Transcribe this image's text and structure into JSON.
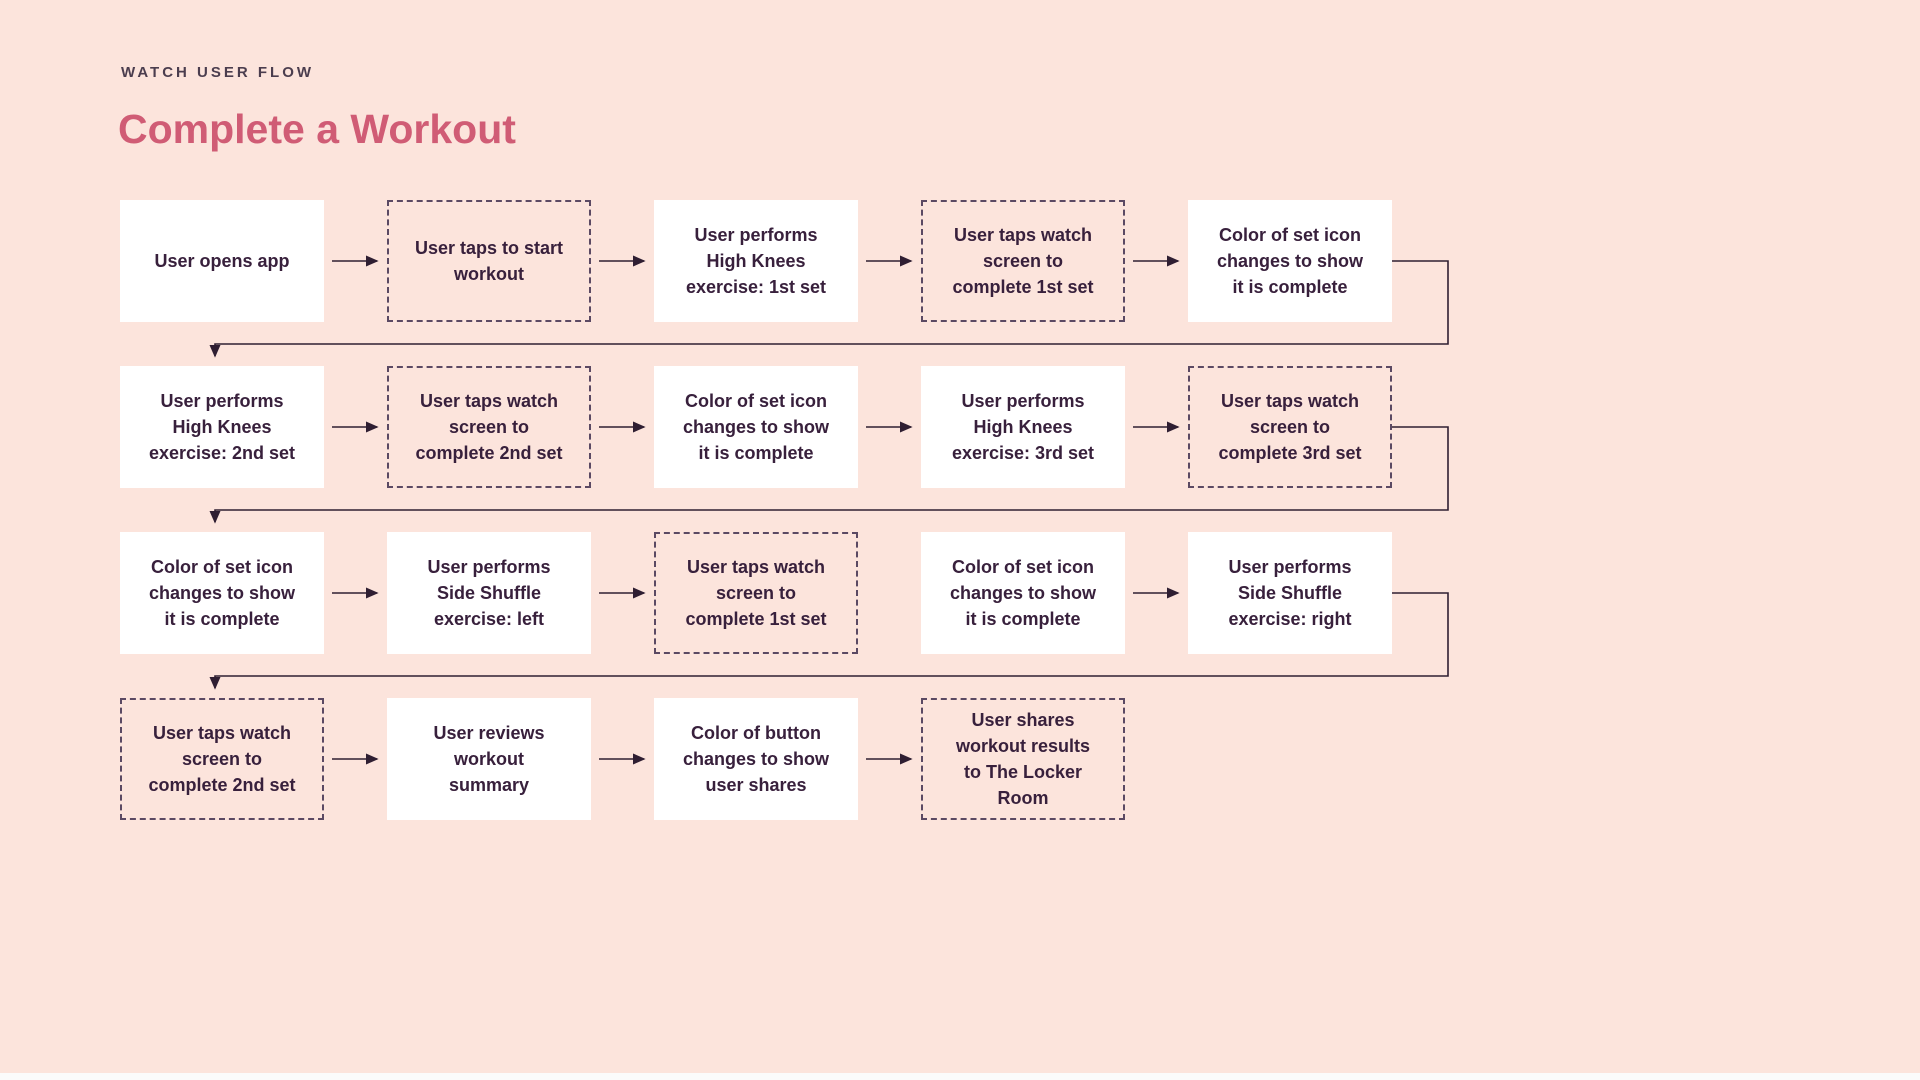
{
  "header": {
    "eyebrow": "WATCH USER FLOW",
    "title": "Complete a Workout"
  },
  "colors": {
    "background": "#fce4dc",
    "box_solid_bg": "#ffffff",
    "box_text": "#38203c",
    "dashed_border": "#5b4963",
    "title": "#d05c75",
    "eyebrow": "#4b3d4e",
    "arrow": "#2f1e32"
  },
  "flow": {
    "rows": [
      {
        "boxes": [
          {
            "label": "User opens app",
            "style": "solid"
          },
          {
            "label": "User taps to start\nworkout",
            "style": "dashed"
          },
          {
            "label": "User performs\nHigh Knees\nexercise: 1st set",
            "style": "solid"
          },
          {
            "label": "User taps watch\nscreen to\ncomplete 1st set",
            "style": "dashed"
          },
          {
            "label": "Color of set icon\nchanges to show\nit is complete",
            "style": "solid"
          }
        ],
        "arrows_between": [
          true,
          true,
          true,
          true
        ]
      },
      {
        "boxes": [
          {
            "label": "User performs\nHigh Knees\nexercise: 2nd set",
            "style": "solid"
          },
          {
            "label": "User taps watch\nscreen to\ncomplete 2nd set",
            "style": "dashed"
          },
          {
            "label": "Color of set icon\nchanges to show\nit is complete",
            "style": "solid"
          },
          {
            "label": "User performs\nHigh Knees\nexercise: 3rd set",
            "style": "solid"
          },
          {
            "label": "User taps watch\nscreen to\ncomplete 3rd set",
            "style": "dashed"
          }
        ],
        "arrows_between": [
          true,
          true,
          true,
          true
        ]
      },
      {
        "boxes": [
          {
            "label": "Color of set icon\nchanges to show\nit is complete",
            "style": "solid"
          },
          {
            "label": "User performs\nSide Shuffle\nexercise: left",
            "style": "solid"
          },
          {
            "label": "User taps watch\nscreen to\ncomplete 1st set",
            "style": "dashed"
          },
          {
            "label": "Color of set icon\nchanges to show\nit is complete",
            "style": "solid"
          },
          {
            "label": "User performs\nSide Shuffle\nexercise: right",
            "style": "solid"
          }
        ],
        "arrows_between": [
          true,
          true,
          false,
          true
        ]
      },
      {
        "boxes": [
          {
            "label": "User taps watch\nscreen to\ncomplete 2nd set",
            "style": "dashed"
          },
          {
            "label": "User reviews\nworkout\nsummary",
            "style": "solid"
          },
          {
            "label": "Color of button\nchanges to show\nuser shares",
            "style": "solid"
          },
          {
            "label": "User shares\nworkout results\nto The Locker\nRoom",
            "style": "dashed"
          }
        ],
        "arrows_between": [
          true,
          true,
          true
        ]
      }
    ],
    "wrap_connectors": [
      {
        "from_row": 0,
        "to_row": 1
      },
      {
        "from_row": 1,
        "to_row": 2
      },
      {
        "from_row": 2,
        "to_row": 3
      }
    ]
  }
}
